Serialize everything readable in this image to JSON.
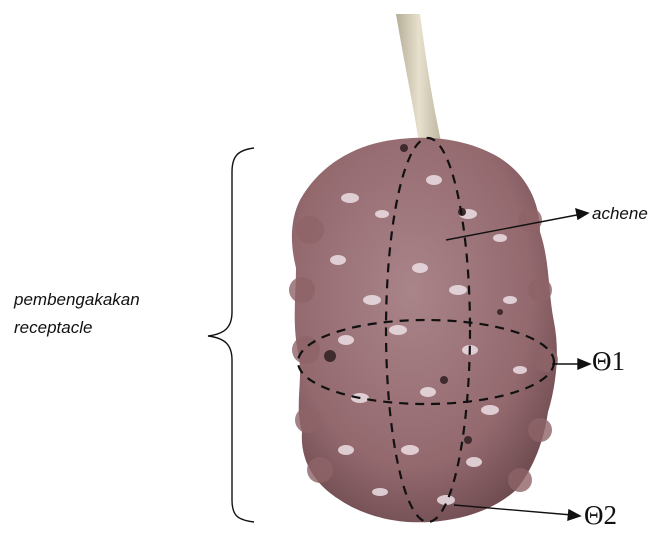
{
  "labels": {
    "receptacle_line1": "pembengakakan",
    "receptacle_line2": "receptacle",
    "achene": "achene",
    "theta1": "Θ1",
    "theta2": "Θ2"
  },
  "colors": {
    "fruit": "#9a7478",
    "fruit_dark": "#6b4a4e",
    "highlight": "#e9dfe3",
    "stem": "#d8d1bd",
    "annotation": "#111111"
  }
}
